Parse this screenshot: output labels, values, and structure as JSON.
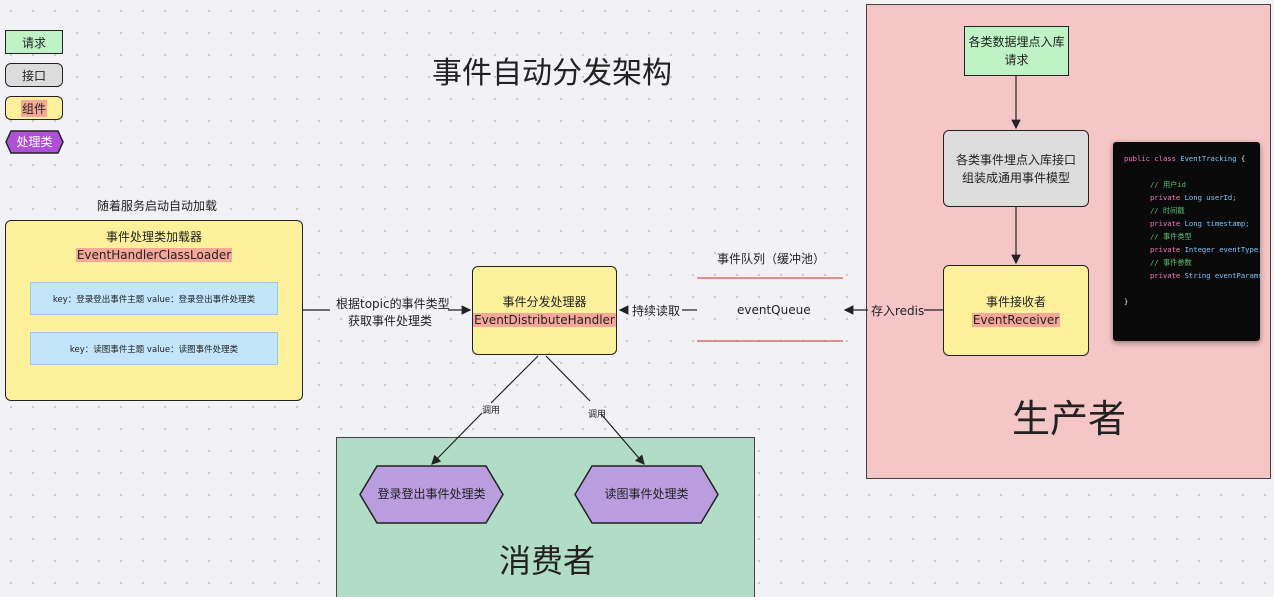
{
  "title": "事件自动分发架构",
  "legend": [
    {
      "label": "请求",
      "shape": "rect-green"
    },
    {
      "label": "接口",
      "shape": "rounded-gray"
    },
    {
      "label": "组件",
      "shape": "rounded-yellow"
    },
    {
      "label": "处理类",
      "shape": "hexagon-purple"
    }
  ],
  "loader": {
    "caption": "随着服务启动自动加载",
    "title": "事件处理类加载器",
    "class_name": "EventHandlerClassLoader",
    "rows": [
      "key：登录登出事件主题    value：登录登出事件处理类",
      "key：读图事件主题    value：读图事件处理类"
    ]
  },
  "edge_loader": [
    "根据topic的事件类型",
    "获取事件处理类"
  ],
  "dispatcher": {
    "title": "事件分发处理器",
    "class_name": "EventDistributeHandler"
  },
  "edge_read": "持续读取",
  "queue": {
    "caption": "事件队列（缓冲池）",
    "name": "eventQueue"
  },
  "edge_redis": "存入redis",
  "producer": {
    "label": "生产者",
    "request": [
      "各类数据埋点入库",
      "请求"
    ],
    "interface": [
      "各类事件埋点入库接口",
      "组装成通用事件模型"
    ],
    "receiver": {
      "title": "事件接收者",
      "class_name": "EventReceiver"
    }
  },
  "code": {
    "header_kw": "public class",
    "header_name": "EventTracking",
    "header_brace": "{",
    "fields": [
      {
        "comment": "// 用户id",
        "kw": "private",
        "type": "Long",
        "name": "userId;"
      },
      {
        "comment": "// 时间戳",
        "kw": "private",
        "type": "Long",
        "name": "timestamp;"
      },
      {
        "comment": "// 事件类型",
        "kw": "private",
        "type": "Integer",
        "name": "eventType;"
      },
      {
        "comment": "// 事件参数",
        "kw": "private",
        "type": "String",
        "name": "eventParams;"
      }
    ],
    "close": "}"
  },
  "consumer": {
    "label": "消费者",
    "handlers": [
      "登录登出事件处理类",
      "读图事件处理类"
    ],
    "edge_call": "调用"
  },
  "colors": {
    "request": "#bff3c6",
    "interface": "#dcdcdc",
    "component": "#fdf09a",
    "handler": "#b99ddf",
    "producer_bg": "#f4c6c5",
    "consumer_bg": "#b1ddc6",
    "highlight": "#f5a89a",
    "queue_line": "#e0504a"
  }
}
